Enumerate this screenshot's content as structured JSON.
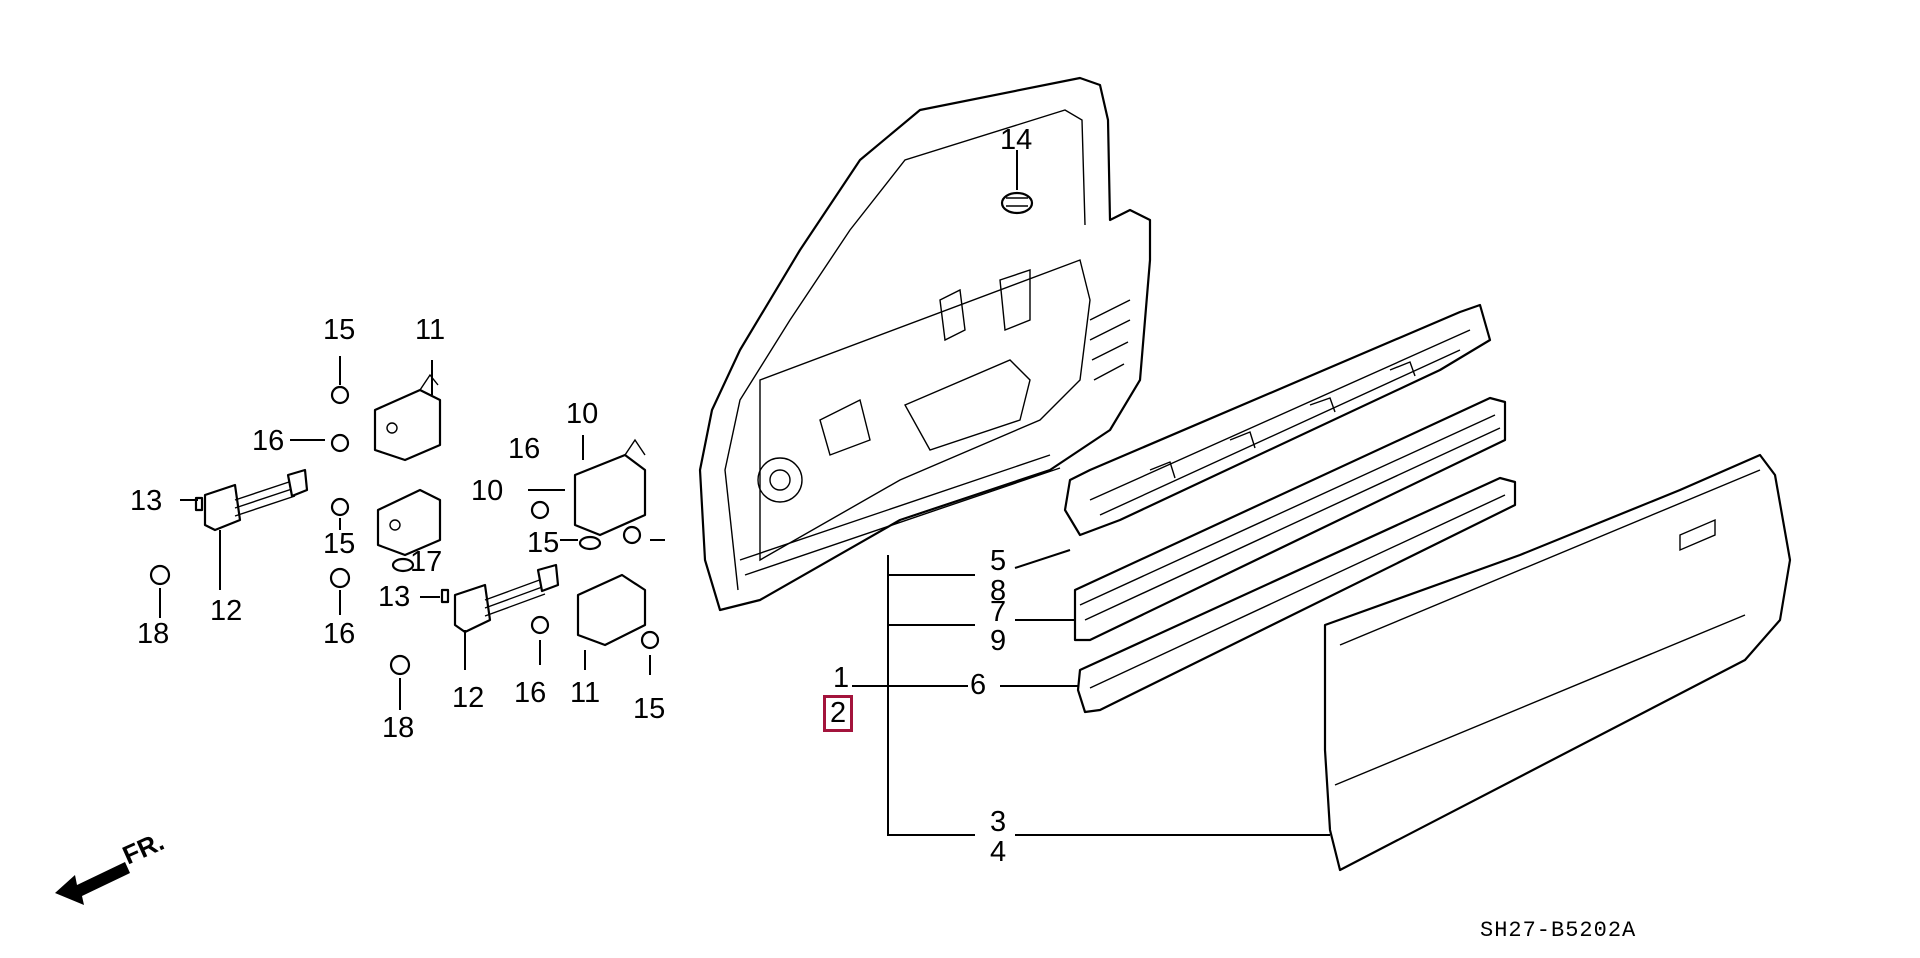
{
  "diagram": {
    "code": "SH27-B5202A",
    "direction_label": "FR.",
    "highlighted_callout": "2",
    "highlight_color": "#a3143c"
  },
  "callouts": [
    {
      "id": "c14",
      "label": "14"
    },
    {
      "id": "c15a",
      "label": "15"
    },
    {
      "id": "c11a",
      "label": "11"
    },
    {
      "id": "c16a",
      "label": "16"
    },
    {
      "id": "c10a",
      "label": "10"
    },
    {
      "id": "c16b",
      "label": "16"
    },
    {
      "id": "c10b",
      "label": "10"
    },
    {
      "id": "c13a",
      "label": "13"
    },
    {
      "id": "c15b",
      "label": "15"
    },
    {
      "id": "c17",
      "label": "17"
    },
    {
      "id": "c15c",
      "label": "15"
    },
    {
      "id": "c18a",
      "label": "18"
    },
    {
      "id": "c12a",
      "label": "12"
    },
    {
      "id": "c16c",
      "label": "16"
    },
    {
      "id": "c13b",
      "label": "13"
    },
    {
      "id": "c18b",
      "label": "18"
    },
    {
      "id": "c12b",
      "label": "12"
    },
    {
      "id": "c16d",
      "label": "16"
    },
    {
      "id": "c11b",
      "label": "11"
    },
    {
      "id": "c15d",
      "label": "15"
    },
    {
      "id": "c5",
      "label": "5"
    },
    {
      "id": "c8",
      "label": "8"
    },
    {
      "id": "c7",
      "label": "7"
    },
    {
      "id": "c9",
      "label": "9"
    },
    {
      "id": "c1",
      "label": "1"
    },
    {
      "id": "c2",
      "label": "2"
    },
    {
      "id": "c6",
      "label": "6"
    },
    {
      "id": "c3",
      "label": "3"
    },
    {
      "id": "c4",
      "label": "4"
    }
  ]
}
